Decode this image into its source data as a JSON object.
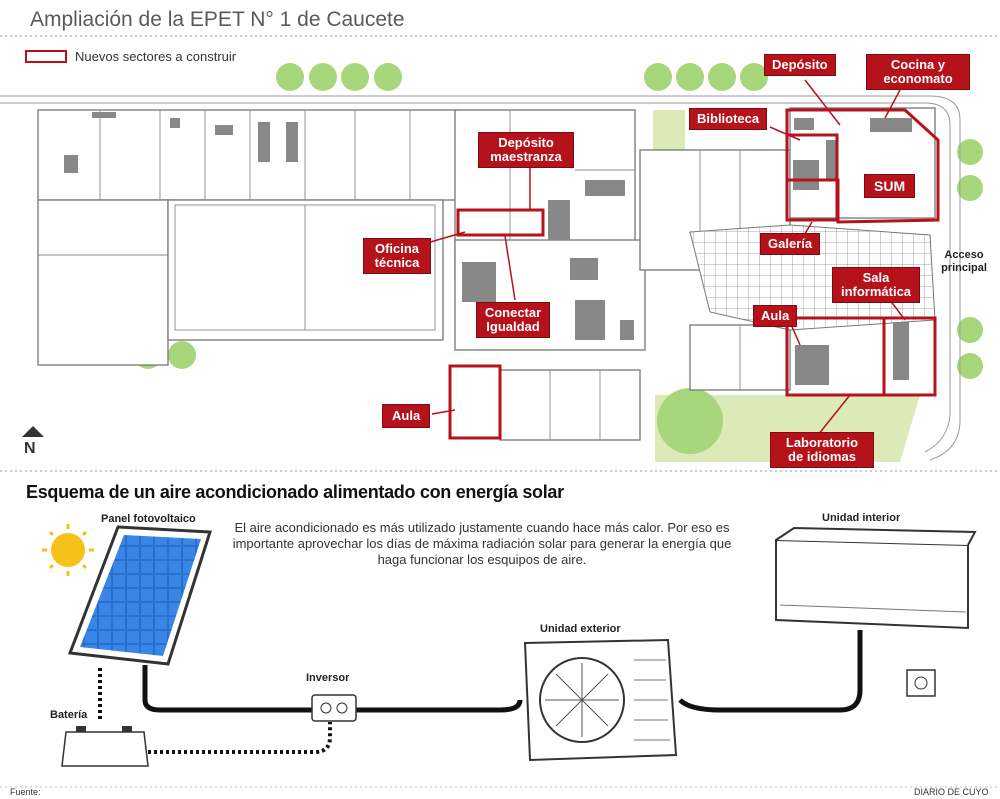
{
  "header": {
    "title": "Ampliación  de la EPET N° 1 de Caucete",
    "legend_label": "Nuevos sectores a construir"
  },
  "colors": {
    "accent_red": "#b5121b",
    "tree_green": "#a8d67a",
    "lawn_green": "#dbeab6",
    "solar_blue": "#2a6fd0",
    "sun_yellow": "#f6c21a"
  },
  "floor_plan": {
    "labels": {
      "deposito": "Depósito",
      "cocina": "Cocina y economato",
      "biblioteca": "Biblioteca",
      "deposito_maestranza": "Depósito maestranza",
      "sum": "SUM",
      "oficina_tecnica": "Oficina técnica",
      "galeria": "Galería",
      "acceso_principal": "Acceso principal",
      "sala_informatica": "Sala informática",
      "conectar_igualdad": "Conectar Igualdad",
      "aula_east": "Aula",
      "aula_west": "Aula",
      "laboratorio": "Laboratorio de idiomas"
    },
    "north_icon": "north-arrow-icon",
    "north_letter": "N"
  },
  "solar_scheme": {
    "title": "Esquema de un aire acondicionado alimentado con energía solar",
    "description": "El aire acondicionado es más utilizado justamente cuando hace más calor. Por eso es importante aprovechar los días de máxima radiación solar para generar la energía que haga funcionar los esquipos de aire.",
    "panel_label": "Panel fotovoltaico",
    "indoor_label": "Unidad interior",
    "outdoor_label": "Unidad exterior",
    "inverter_label": "Inversor",
    "battery_label": "Batería"
  },
  "footer": {
    "source": "Fuente:",
    "credit": "DIARIO DE CUYO"
  }
}
